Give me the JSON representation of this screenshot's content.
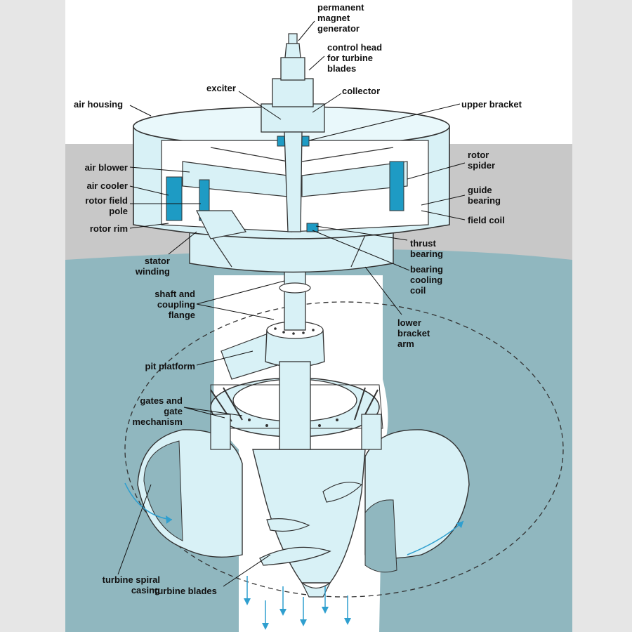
{
  "colors": {
    "frame": "#e6e6e6",
    "sky": "#ffffff",
    "floor": "#c8c8c8",
    "water": "#90b7bf",
    "machine": "#d8f1f6",
    "accent": "#1e9bc4",
    "outline": "#333333",
    "arrow": "#2f9fcf"
  },
  "labels": {
    "permanent_magnet_generator": "permanent\nmagnet\ngenerator",
    "control_head": "control head\nfor turbine\nblades",
    "exciter": "exciter",
    "collector": "collector",
    "air_housing": "air housing",
    "upper_bracket": "upper bracket",
    "rotor_spider": "rotor\nspider",
    "air_blower": "air blower",
    "air_cooler": "air cooler",
    "rotor_field_pole": "rotor field\npole",
    "rotor_rim": "rotor rim",
    "guide_bearing": "guide\nbearing",
    "field_coil": "field coil",
    "thrust_bearing": "thrust\nbearing",
    "stator_winding": "stator\nwinding",
    "bearing_cooling_coil": "bearing\ncooling\ncoil",
    "shaft_and_coupling_flange": "shaft and\ncoupling\nflange",
    "lower_bracket_arm": "lower\nbracket\narm",
    "pit_platform": "pit platform",
    "gates_and_gate_mechanism": "gates and\ngate\nmechanism",
    "turbine_spiral_casing": "turbine spiral\ncasing",
    "turbine_blades": "turbine blades"
  }
}
